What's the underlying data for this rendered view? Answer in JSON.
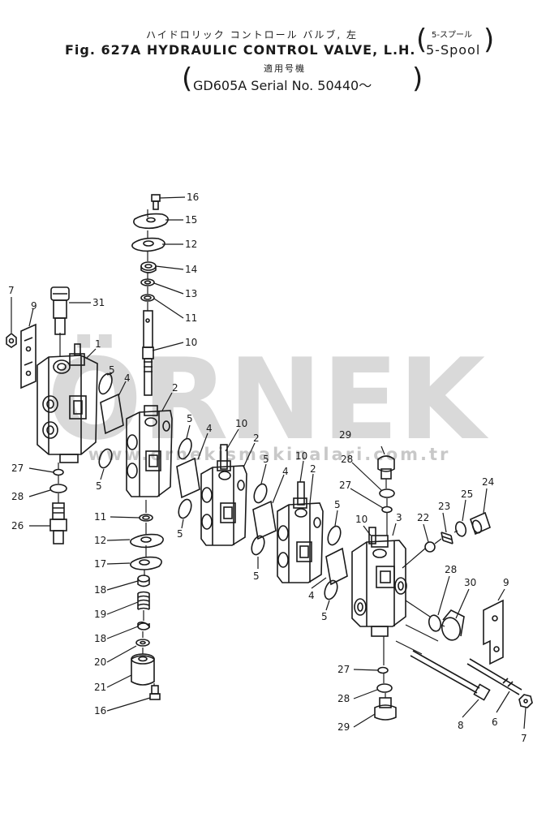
{
  "title": {
    "japanese": "ハイドロリック コントロール バルブ, 左",
    "japanese_spool": "5-スプール",
    "figure_line": "Fig. 627A HYDRAULIC CONTROL VALVE, L.H.",
    "spool_en": "5-Spool",
    "applicability_jp": "適用号機",
    "serial": "GD605A Serial No. 50440～"
  },
  "watermark": {
    "brand": "ÖRNEK",
    "url": "www.ornekismakinalari.com.tr"
  },
  "callouts": [
    "16",
    "15",
    "12",
    "14",
    "13",
    "11",
    "10",
    "7",
    "9",
    "31",
    "1",
    "5",
    "4",
    "2",
    "27",
    "28",
    "26",
    "5",
    "11",
    "12",
    "17",
    "18",
    "19",
    "18",
    "20",
    "21",
    "16",
    "5",
    "4",
    "5",
    "10",
    "2",
    "5",
    "4",
    "5",
    "10",
    "2",
    "5",
    "4",
    "5",
    "29",
    "28",
    "27",
    "10",
    "3",
    "22",
    "23",
    "25",
    "24",
    "28",
    "30",
    "9",
    "27",
    "28",
    "29",
    "8",
    "6",
    "7"
  ],
  "colors": {
    "line": "#1a1a1a",
    "watermark": "#9a9a9a"
  }
}
